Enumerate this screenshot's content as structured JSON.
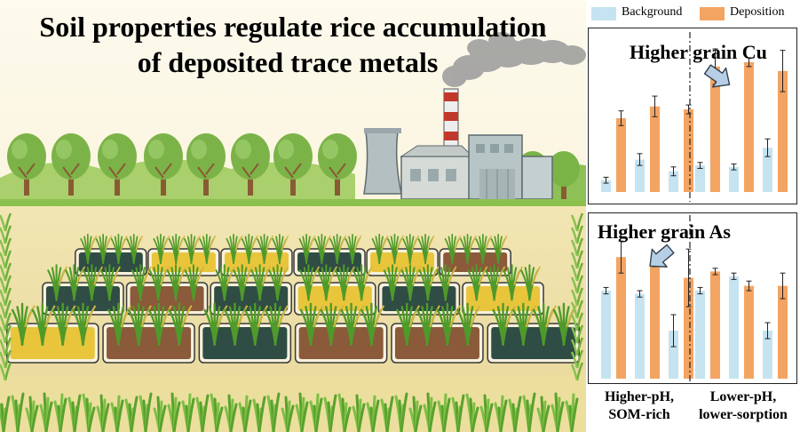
{
  "title": {
    "line1": "Soil properties regulate rice accumulation",
    "line2": "of deposited trace metals"
  },
  "colors": {
    "background_bar": "#c5e3f0",
    "deposition_bar": "#f4a462",
    "sky": "#fbf5dc",
    "tree": "#7cb348",
    "grass": "#6fae3b",
    "field_yellow": "#e9c53c",
    "field_brown": "#8a5a3a",
    "field_dark": "#2f4d44"
  },
  "icons": [
    "factory-icon",
    "smoke-plume-icon",
    "tree-icon",
    "rice-plant-icon",
    "arrow-icon"
  ],
  "legend": {
    "items": [
      {
        "label": "Background",
        "color": "#c5e3f0"
      },
      {
        "label": "Deposition",
        "color": "#f4a462"
      }
    ]
  },
  "group_labels": {
    "left": [
      "Higher-pH,",
      "SOM-rich"
    ],
    "right": [
      "Lower-pH,",
      "lower-sorption"
    ]
  },
  "chart_data": [
    {
      "type": "bar",
      "title": "Higher grain Cu",
      "series": [
        {
          "name": "Background",
          "values": [
            0.08,
            0.22,
            0.14,
            0.18,
            0.17,
            0.3
          ]
        },
        {
          "name": "Deposition",
          "values": [
            0.5,
            0.58,
            0.56,
            0.85,
            0.88,
            0.82
          ]
        }
      ],
      "error": {
        "Background": [
          0.02,
          0.04,
          0.03,
          0.02,
          0.02,
          0.06
        ],
        "Deposition": [
          0.05,
          0.07,
          0.03,
          0.12,
          0.03,
          0.14
        ]
      },
      "groups": [
        "Higher-pH, SOM-rich",
        "Lower-pH, lower-sorption"
      ],
      "ylim": [
        0,
        1
      ],
      "grid": false
    },
    {
      "type": "bar",
      "title": "Higher grain As",
      "series": [
        {
          "name": "Background",
          "values": [
            0.55,
            0.53,
            0.3,
            0.55,
            0.64,
            0.3
          ]
        },
        {
          "name": "Deposition",
          "values": [
            0.76,
            0.73,
            0.63,
            0.67,
            0.58,
            0.58
          ]
        }
      ],
      "error": {
        "Background": [
          0.02,
          0.02,
          0.1,
          0.02,
          0.02,
          0.05
        ],
        "Deposition": [
          0.1,
          0.03,
          0.18,
          0.02,
          0.03,
          0.08
        ]
      },
      "groups": [
        "Higher-pH, SOM-rich",
        "Lower-pH, lower-sorption"
      ],
      "ylim": [
        0,
        1
      ],
      "grid": false
    }
  ]
}
